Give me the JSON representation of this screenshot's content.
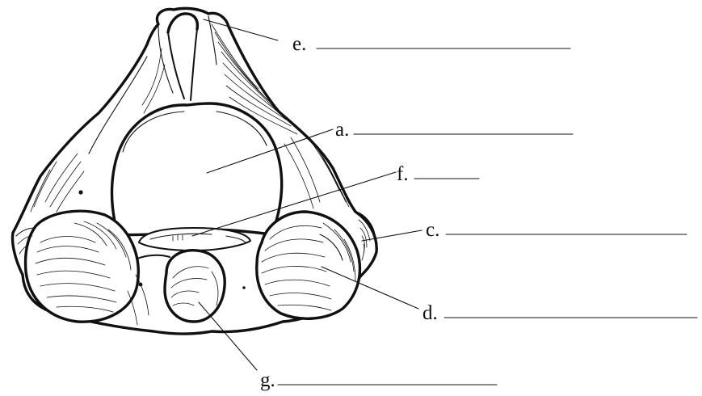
{
  "labels": {
    "a": "a.",
    "c": "c.",
    "d": "d.",
    "e": "e.",
    "f": "f.",
    "g": "g."
  },
  "colors": {
    "ink": "#111111",
    "background": "#ffffff"
  }
}
